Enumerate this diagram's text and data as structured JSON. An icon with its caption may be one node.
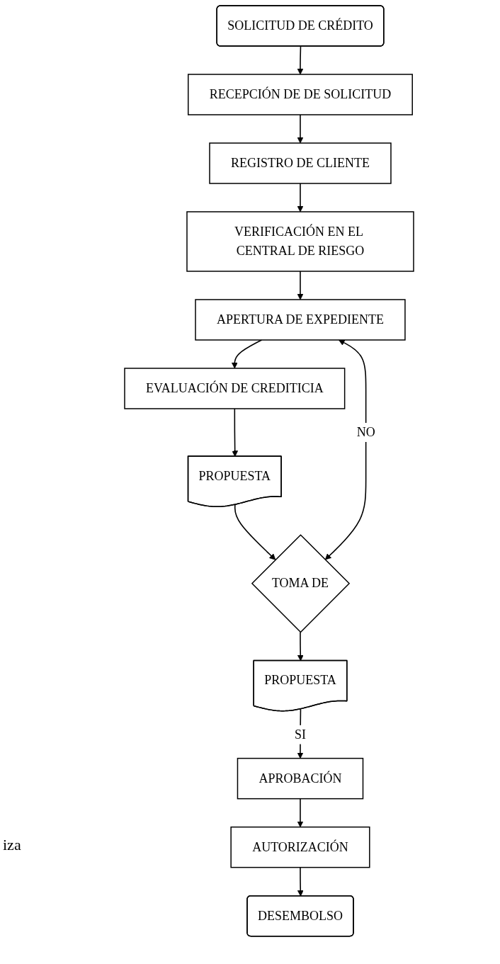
{
  "diagram": {
    "nodes": [
      {
        "text": [
          "SOLICITUD DE CRÉDITO"
        ]
      },
      {
        "text": [
          "RECEPCIÓN DE DE SOLICITUD"
        ]
      },
      {
        "text": [
          "REGISTRO DE CLIENTE"
        ]
      },
      {
        "text": [
          "VERIFICACIÓN EN EL CENTRAL DE RIESGO"
        ]
      },
      {
        "text": [
          "APERTURA DE EXPEDIENTE"
        ]
      },
      {
        "text": [
          "EVALUACIÓN DE CREDITICIA"
        ]
      },
      {
        "text": [
          "PROPUESTA"
        ]
      },
      {
        "text": [
          "TOMA DE"
        ]
      },
      {
        "text": [
          "PROPUESTA"
        ]
      },
      {
        "text": [
          "APROBACIÓN"
        ]
      },
      {
        "text": [
          "AUTORIZACIÓN"
        ]
      },
      {
        "text": [
          "DESEMBOLSO"
        ]
      }
    ],
    "edges": [
      {
        "from": 0,
        "to": 1,
        "arrow": "to"
      },
      {
        "from": 1,
        "to": 2,
        "arrow": "to"
      },
      {
        "from": 2,
        "to": 3,
        "arrow": "to"
      },
      {
        "from": 3,
        "to": 4,
        "arrow": "to"
      },
      {
        "from": 4,
        "to": 5,
        "arrow": "to"
      },
      {
        "from": 5,
        "to": 6,
        "arrow": "to"
      },
      {
        "from": 6,
        "to": 7,
        "arrow": "to"
      },
      {
        "from": 7,
        "to": 8,
        "arrow": "to"
      },
      {
        "from": 8,
        "to": 9,
        "arrow": "to",
        "label": "SI"
      },
      {
        "from": 9,
        "to": 10,
        "arrow": "to"
      },
      {
        "from": 10,
        "to": 11,
        "arrow": "to"
      },
      {
        "from": 7,
        "to": 4,
        "arrow": "both",
        "label": "NO"
      }
    ],
    "labels": [
      "iza"
    ]
  }
}
